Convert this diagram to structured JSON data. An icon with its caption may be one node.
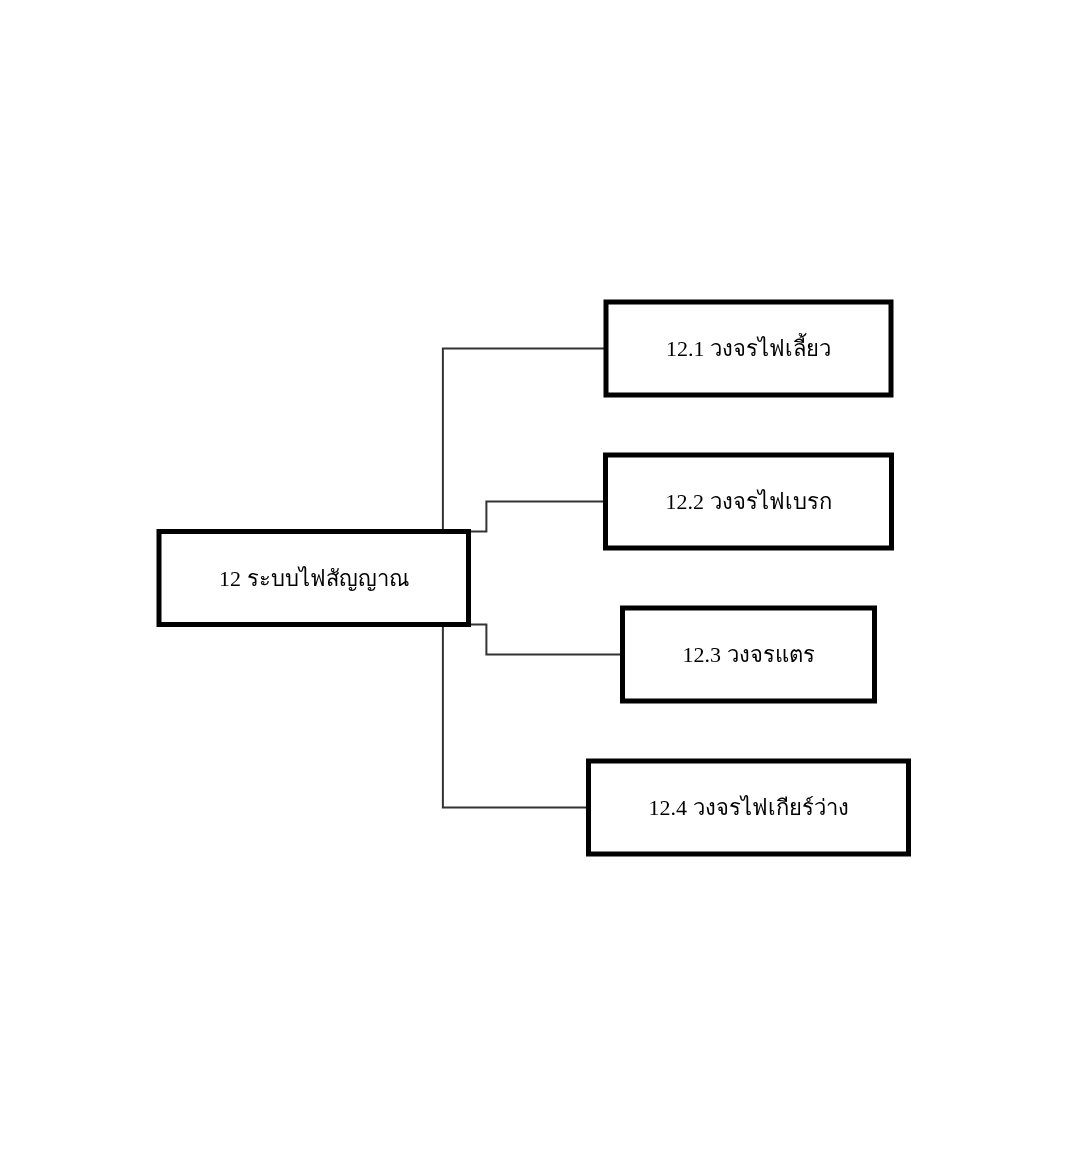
{
  "diagram": {
    "nodes": [
      {
        "text": [
          "12 ระบบไฟสัญญาณ"
        ]
      },
      {
        "text": [
          "12.1 วงจรไฟเลี้ยว"
        ]
      },
      {
        "text": [
          "12.2 วงจรไฟเบรก"
        ]
      },
      {
        "text": [
          "12.3 วงจรแตร"
        ]
      },
      {
        "text": [
          "12.4 วงจรไฟเกียร์ว่าง"
        ]
      }
    ],
    "edges": [
      {
        "from": 0,
        "to": 1,
        "arrow": "none"
      },
      {
        "from": 0,
        "to": 2,
        "arrow": "none"
      },
      {
        "from": 0,
        "to": 3,
        "arrow": "none"
      },
      {
        "from": 0,
        "to": 4,
        "arrow": "none"
      }
    ]
  }
}
